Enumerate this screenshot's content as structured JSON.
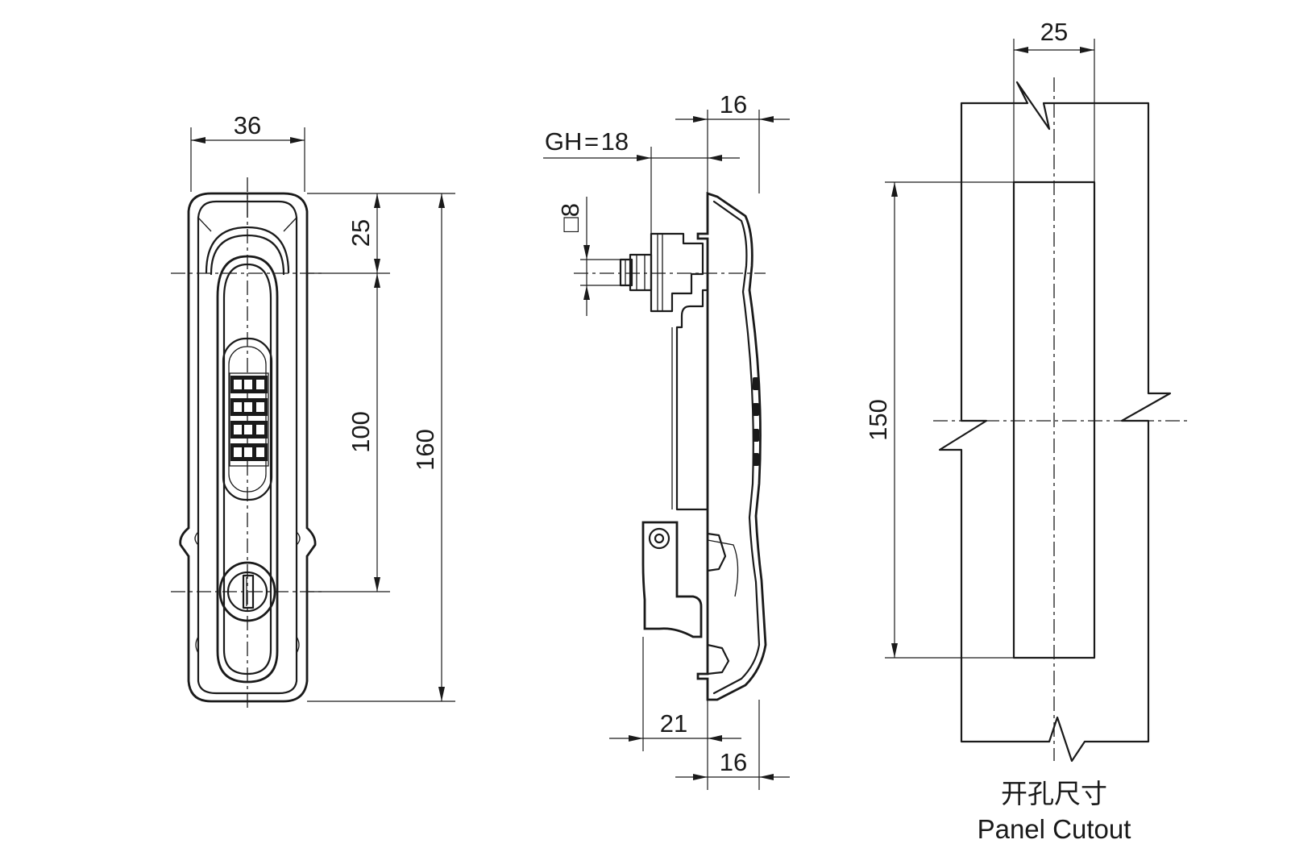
{
  "front_view": {
    "width_dim": "36",
    "top_offset_dim": "25",
    "hole_spacing_dim": "100",
    "overall_height_dim": "160"
  },
  "side_view": {
    "top_depth_dim": "16",
    "grip_height_dim": "GH = 18",
    "square_dim": "□8",
    "bottom_offset_dim": "21",
    "bottom_depth_dim": "16"
  },
  "cutout_view": {
    "width_dim": "25",
    "height_dim": "150",
    "caption_cn": "开孔尺寸",
    "caption_en": "Panel Cutout"
  }
}
